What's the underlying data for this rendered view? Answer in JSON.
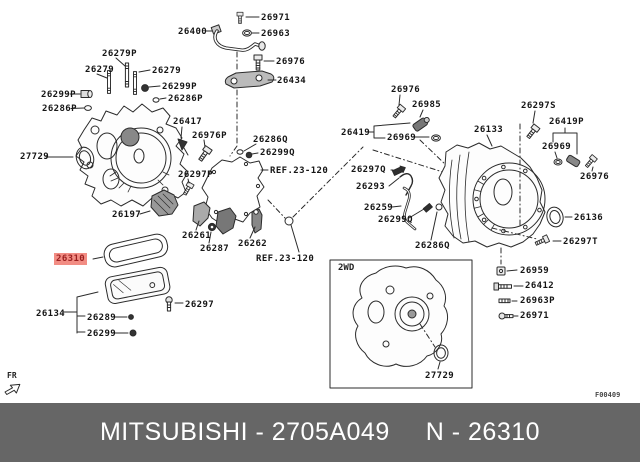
{
  "banner": {
    "text_left": "MITSUBISHI - 2705A049",
    "text_right": "N - 26310",
    "bg_color": "#666666",
    "text_color": "#ffffff"
  },
  "figure_code": "F00409",
  "fr_indicator": "FR",
  "box_2wd_label": "2WD",
  "highlight": {
    "bg": "#f28d84",
    "fg": "#9a1f1f"
  },
  "line_color": "#2b2b2b",
  "labels": [
    {
      "text": "26971"
    },
    {
      "text": "26400"
    },
    {
      "text": "26963"
    },
    {
      "text": "26976"
    },
    {
      "text": "26434"
    },
    {
      "text": "26279P"
    },
    {
      "text": "26279"
    },
    {
      "text": "26279"
    },
    {
      "text": "26299P"
    },
    {
      "text": "26286P"
    },
    {
      "text": "26299P"
    },
    {
      "text": "26286P"
    },
    {
      "text": "27729"
    },
    {
      "text": "26417"
    },
    {
      "text": "26976P"
    },
    {
      "text": "26286Q"
    },
    {
      "text": "26299Q"
    },
    {
      "text": "REF.23-120"
    },
    {
      "text": "26297P"
    },
    {
      "text": "26197"
    },
    {
      "text": "26261"
    },
    {
      "text": "26287"
    },
    {
      "text": "26262"
    },
    {
      "text": "REF.23-120"
    },
    {
      "text": "26310",
      "highlighted": true
    },
    {
      "text": "26134"
    },
    {
      "text": "26289"
    },
    {
      "text": "26299"
    },
    {
      "text": "26297"
    },
    {
      "text": "26976"
    },
    {
      "text": "26985"
    },
    {
      "text": "26419"
    },
    {
      "text": "26969"
    },
    {
      "text": "26133"
    },
    {
      "text": "26297S"
    },
    {
      "text": "26419P"
    },
    {
      "text": "26969"
    },
    {
      "text": "26976"
    },
    {
      "text": "26297Q"
    },
    {
      "text": "26293"
    },
    {
      "text": "26259"
    },
    {
      "text": "26299Q"
    },
    {
      "text": "26286Q"
    },
    {
      "text": "26136"
    },
    {
      "text": "26297T"
    },
    {
      "text": "26959"
    },
    {
      "text": "26412"
    },
    {
      "text": "26963P"
    },
    {
      "text": "26971"
    },
    {
      "text": "27729"
    }
  ]
}
